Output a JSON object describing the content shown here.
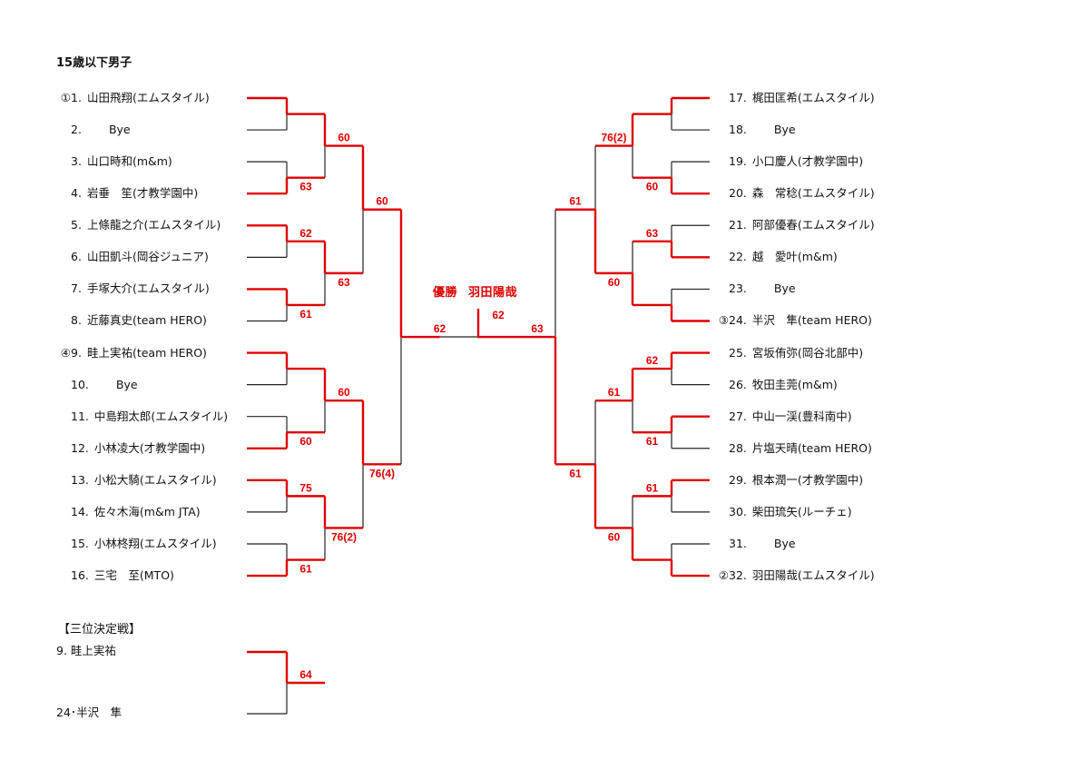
{
  "title": "15歳以下男子",
  "colors": {
    "winner": "#e00000",
    "line": "#222222"
  },
  "left": {
    "players": [
      {
        "seed": "①",
        "num": "1.",
        "name": "山田飛翔(エムスタイル)"
      },
      {
        "seed": "",
        "num": "2.",
        "name": "Bye"
      },
      {
        "seed": "",
        "num": "3.",
        "name": "山口時和(m&m)"
      },
      {
        "seed": "",
        "num": "4.",
        "name": "岩垂　笙(才教学園中)"
      },
      {
        "seed": "",
        "num": "5.",
        "name": "上條龍之介(エムスタイル)"
      },
      {
        "seed": "",
        "num": "6.",
        "name": "山田凱斗(岡谷ジュニア)"
      },
      {
        "seed": "",
        "num": "7.",
        "name": "手塚大介(エムスタイル)"
      },
      {
        "seed": "",
        "num": "8.",
        "name": "近藤真史(team HERO)"
      },
      {
        "seed": "④",
        "num": "9.",
        "name": "畦上実祐(team HERO)"
      },
      {
        "seed": "",
        "num": "10.",
        "name": "Bye"
      },
      {
        "seed": "",
        "num": "11.",
        "name": "中島翔太郎(エムスタイル)"
      },
      {
        "seed": "",
        "num": "12.",
        "name": "小林凌大(才教学園中)"
      },
      {
        "seed": "",
        "num": "13.",
        "name": "小松大騎(エムスタイル)"
      },
      {
        "seed": "",
        "num": "14.",
        "name": "佐々木海(m&m JTA)"
      },
      {
        "seed": "",
        "num": "15.",
        "name": "小林柊翔(エムスタイル)"
      },
      {
        "seed": "",
        "num": "16.",
        "name": "三宅　至(MTO)"
      }
    ],
    "rounds": [
      [
        {
          "w": 0,
          "score": ""
        },
        {
          "w": 1,
          "score": "63"
        },
        {
          "w": 0,
          "score": "62"
        },
        {
          "w": 0,
          "score": "61"
        },
        {
          "w": 0,
          "score": ""
        },
        {
          "w": 1,
          "score": "60"
        },
        {
          "w": 0,
          "score": "75"
        },
        {
          "w": 1,
          "score": "61"
        }
      ],
      [
        {
          "w": 0,
          "score": "60"
        },
        {
          "w": 0,
          "score": "63"
        },
        {
          "w": 0,
          "score": "60"
        },
        {
          "w": 0,
          "score": "76(2)"
        }
      ],
      [
        {
          "w": 0,
          "score": "60"
        },
        {
          "w": 0,
          "score": "76(4)"
        }
      ],
      [
        {
          "w": 0,
          "score": "62"
        }
      ]
    ]
  },
  "right": {
    "players": [
      {
        "seed": "",
        "num": "17.",
        "name": "梶田匡希(エムスタイル)"
      },
      {
        "seed": "",
        "num": "18.",
        "name": "Bye"
      },
      {
        "seed": "",
        "num": "19.",
        "name": "小口慶人(才教学園中)"
      },
      {
        "seed": "",
        "num": "20.",
        "name": "森　常稔(エムスタイル)"
      },
      {
        "seed": "",
        "num": "21.",
        "name": "阿部優春(エムスタイル)"
      },
      {
        "seed": "",
        "num": "22.",
        "name": "越　愛叶(m&m)"
      },
      {
        "seed": "",
        "num": "23.",
        "name": "Bye"
      },
      {
        "seed": "③",
        "num": "24.",
        "name": "半沢　隼(team HERO)"
      },
      {
        "seed": "",
        "num": "25.",
        "name": "宮坂侑弥(岡谷北部中)"
      },
      {
        "seed": "",
        "num": "26.",
        "name": "牧田圭莞(m&m)"
      },
      {
        "seed": "",
        "num": "27.",
        "name": "中山一渓(豊科南中)"
      },
      {
        "seed": "",
        "num": "28.",
        "name": "片塩天晴(team HERO)"
      },
      {
        "seed": "",
        "num": "29.",
        "name": "根本潤一(才教学園中)"
      },
      {
        "seed": "",
        "num": "30.",
        "name": "柴田琉矢(ルーチェ)"
      },
      {
        "seed": "",
        "num": "31.",
        "name": "Bye"
      },
      {
        "seed": "②",
        "num": "32.",
        "name": "羽田陽哉(エムスタイル)"
      }
    ],
    "rounds": [
      [
        {
          "w": 0,
          "score": ""
        },
        {
          "w": 1,
          "score": "60"
        },
        {
          "w": 1,
          "score": "63"
        },
        {
          "w": 1,
          "score": ""
        },
        {
          "w": 0,
          "score": "62"
        },
        {
          "w": 0,
          "score": "61"
        },
        {
          "w": 0,
          "score": "61"
        },
        {
          "w": 1,
          "score": ""
        }
      ],
      [
        {
          "w": 0,
          "score": "76(2)"
        },
        {
          "w": 1,
          "score": "60"
        },
        {
          "w": 0,
          "score": "61"
        },
        {
          "w": 1,
          "score": "60"
        }
      ],
      [
        {
          "w": 1,
          "score": "61"
        },
        {
          "w": 1,
          "score": "61"
        }
      ],
      [
        {
          "w": 1,
          "score": "63"
        }
      ]
    ]
  },
  "final": {
    "winner": "right",
    "score": "62",
    "champion_label": "優勝",
    "champion_name": "羽田陽哉"
  },
  "third_place": {
    "title": "【三位決定戦】",
    "players": [
      "9. 畦上実祐",
      "24･半沢　隼"
    ],
    "w": 0,
    "score": "64"
  }
}
